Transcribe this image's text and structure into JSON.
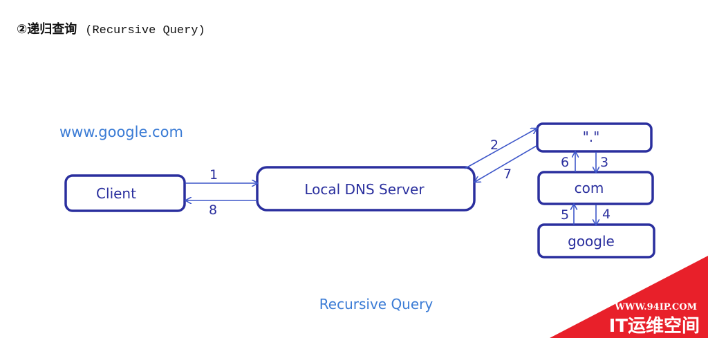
{
  "heading": {
    "chinese": "②递归查询",
    "english": "(Recursive Query)"
  },
  "diagram": {
    "domain_label": "www.google.com",
    "caption": "Recursive Query",
    "nodes": {
      "client": "Client",
      "local_dns": "Local DNS Server",
      "root": "\".\"",
      "com": "com",
      "google": "google"
    },
    "steps": [
      "1",
      "2",
      "3",
      "4",
      "5",
      "6",
      "7",
      "8"
    ]
  },
  "watermark": {
    "url": "WWW.94IP.COM",
    "name": "IT运维空间"
  },
  "colors": {
    "box_border": "#2a2f9e",
    "arrow": "#3d56c9",
    "label_blue": "#3a7bd5",
    "watermark_red": "#e8202a"
  }
}
